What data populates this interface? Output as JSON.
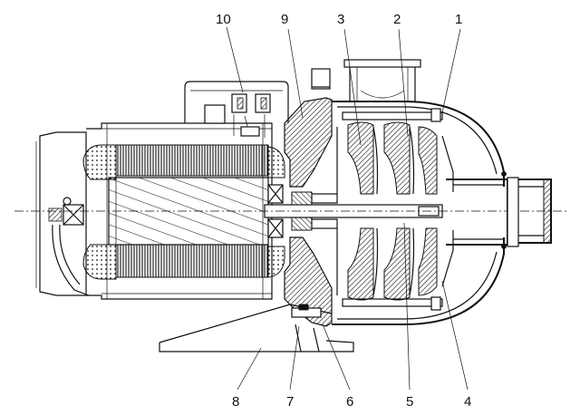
{
  "diagram": {
    "callouts": [
      {
        "id": "c10",
        "text": "10"
      },
      {
        "id": "c9",
        "text": "9"
      },
      {
        "id": "c3",
        "text": "3"
      },
      {
        "id": "c2",
        "text": "2"
      },
      {
        "id": "c1",
        "text": "1"
      },
      {
        "id": "c8",
        "text": "8"
      },
      {
        "id": "c7",
        "text": "7"
      },
      {
        "id": "c6",
        "text": "6"
      },
      {
        "id": "c5",
        "text": "5"
      },
      {
        "id": "c4",
        "text": "4"
      }
    ]
  }
}
